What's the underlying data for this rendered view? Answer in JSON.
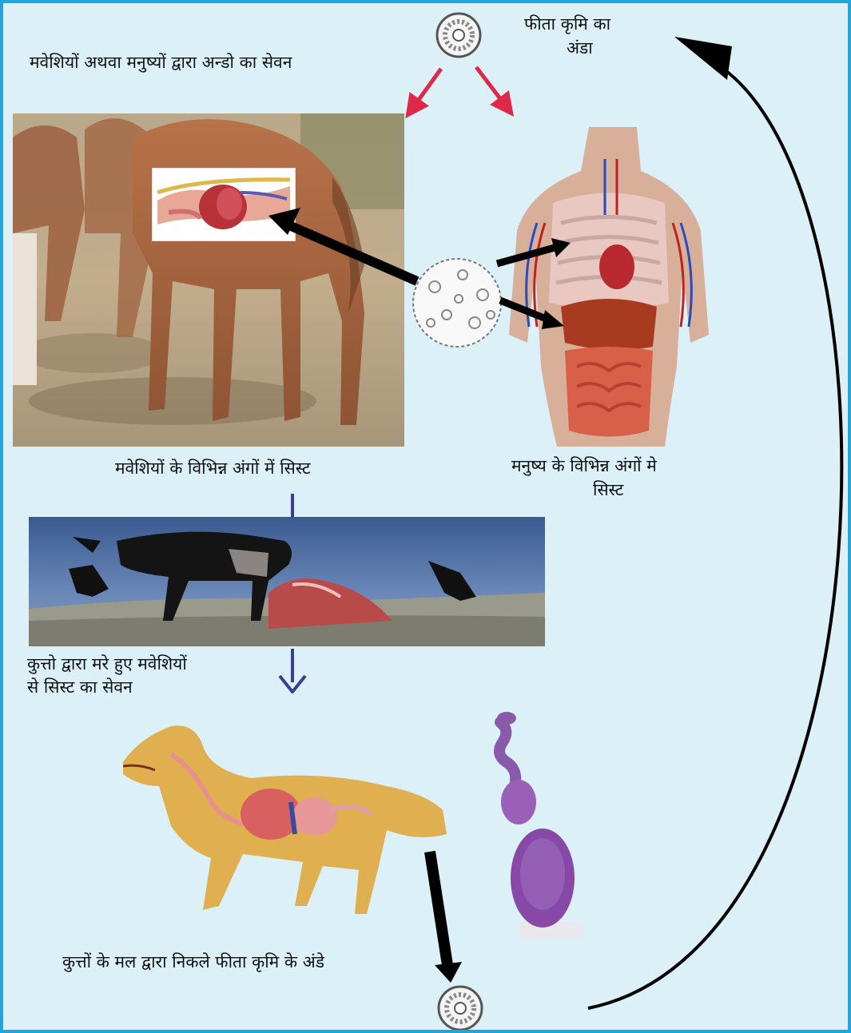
{
  "diagram": {
    "colors": {
      "border": "#1ea6e0",
      "background": "#dcf0f8",
      "red_arrow": "#e0284a",
      "blue_arrow": "#3c3c9c",
      "black_arrow": "#000000"
    },
    "labels": {
      "egg_top_line1": "फीता कृमि का",
      "egg_top_line2": "अंडा",
      "ingestion": "मवेशियों अथवा मनुष्यों द्वारा  अन्डो का सेवन",
      "cattle_cyst": "मवेशियों के विभिन्न अंगों में सिस्ट",
      "human_cyst_line1": "मनुष्य के विभिन्न अंगों मे",
      "human_cyst_line2": "सिस्ट",
      "dog_eating_line1": "कुत्तो द्वारा मरे हुए मवेशियों",
      "dog_eating_line2": "से सिस्ट का सेवन",
      "dog_feces": "कुत्तों के मल द्वारा निकले फीता कृमि के अंडे"
    },
    "images": [
      "tapeworm-egg-top",
      "camel-photo",
      "camel-organ-inset",
      "hydatid-cyst",
      "human-anatomy",
      "dog-carcass-photo",
      "dog-anatomy",
      "adult-tapeworm",
      "tapeworm-egg-bottom"
    ]
  }
}
